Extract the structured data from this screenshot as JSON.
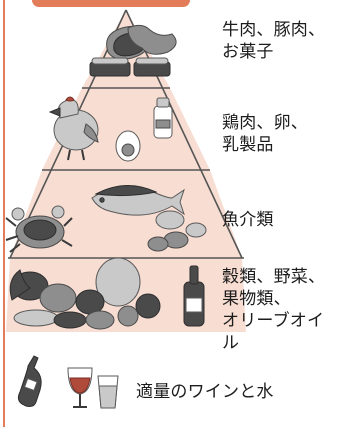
{
  "colors": {
    "frame": "#e37c58",
    "tier_fill": "#f8ddd2",
    "tier_line": "#555555",
    "food_dark": "#4a4a4a",
    "food_mid": "#8e8e8e",
    "food_light": "#c9c9c9"
  },
  "pyramid": {
    "tiers": [
      {
        "label": "牛肉、豚肉、\nお菓子",
        "icons": [
          "steak-icon",
          "sweets-icon"
        ]
      },
      {
        "label": "鶏肉、卵、\n乳製品",
        "icons": [
          "chicken-icon",
          "egg-icon",
          "milk-bottle-icon"
        ]
      },
      {
        "label": "魚介類",
        "icons": [
          "fish-icon",
          "crab-icon",
          "shellfish-icon"
        ]
      },
      {
        "label": "穀類、野菜、\n果物類、\nオリーブオイル",
        "icons": [
          "vegetables-icon",
          "olive-oil-bottle-icon"
        ]
      }
    ],
    "base": {
      "label": "適量のワインと水",
      "icons": [
        "wine-bottle-icon",
        "wine-glass-icon",
        "water-glass-icon"
      ]
    }
  }
}
